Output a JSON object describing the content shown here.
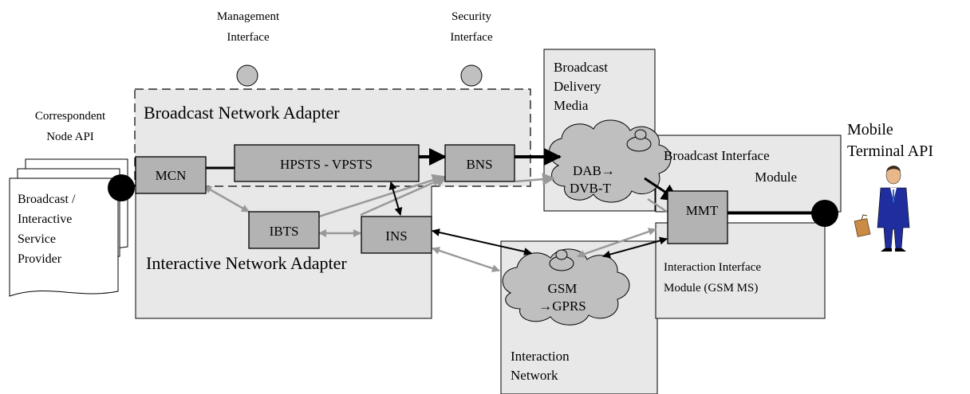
{
  "labels": {
    "management_interface": [
      "Management",
      "Interface"
    ],
    "security_interface": [
      "Security",
      "Interface"
    ],
    "correspondent_node_api": [
      "Correspondent",
      "Node API"
    ],
    "broadcast_network_adapter": "Broadcast Network Adapter",
    "interactive_network_adapter": "Interactive Network Adapter",
    "service_provider": [
      "Broadcast /",
      "Interactive",
      "Service",
      "Provider"
    ],
    "broadcast_delivery_media": [
      "Broadcast",
      "Delivery",
      "Media"
    ],
    "mobile_terminal_api": [
      "Mobile",
      "Terminal API"
    ],
    "broadcast_interface_module": [
      "Broadcast Interface",
      "Module"
    ],
    "interaction_interface_module": [
      "Interaction Interface",
      "Module  (GSM MS)"
    ],
    "interaction_network": [
      "Interaction",
      "Network"
    ]
  },
  "nodes": {
    "mcn": "MCN",
    "hpsts_vpsts": "HPSTS - VPSTS",
    "bns": "BNS",
    "ibts": "IBTS",
    "ins": "INS",
    "mmt": "MMT"
  },
  "clouds": {
    "dab": [
      "DAB→",
      "DVB-T"
    ],
    "gsm": [
      "GSM",
      "→GPRS"
    ]
  },
  "colors": {
    "panel": "#e8e8e8",
    "box": "#b3b3b3",
    "cloud": "#bfbfbf",
    "arrow_gray": "#999999",
    "arrow_black": "#000000"
  },
  "icons": [
    "person-icon",
    "briefcase-icon"
  ]
}
